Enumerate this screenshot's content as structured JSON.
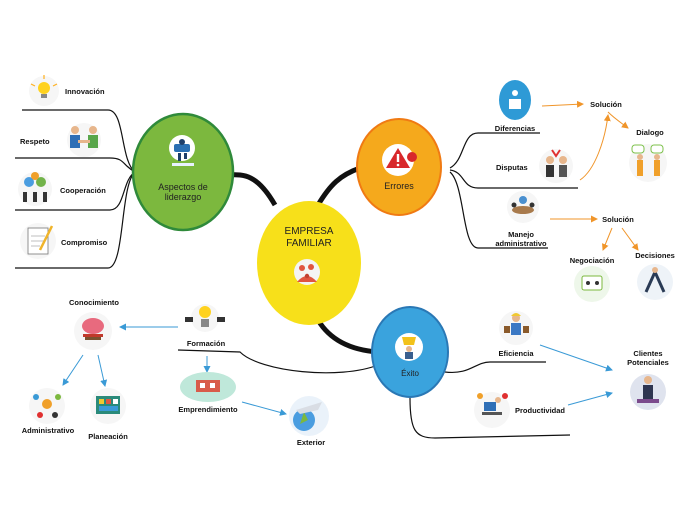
{
  "center": {
    "line1": "EMPRESA",
    "line2": "FAMILIAR"
  },
  "main_topics": {
    "liderazgo": {
      "line1": "Aspectos de",
      "line2": "liderazgo"
    },
    "errores": {
      "label": "Errores"
    },
    "exito": {
      "label": "Éxito"
    }
  },
  "liderazgo_items": [
    "Innovación",
    "Respeto",
    "Cooperación",
    "Compromiso"
  ],
  "errores_items": {
    "diferencias": "Diferencias",
    "disputas": "Disputas",
    "manejo_line1": "Manejo",
    "manejo_line2": "administrativo",
    "solucion_1": "Solución",
    "dialogo": "Dialogo",
    "solucion_2": "Solución",
    "negociacion": "Negociación",
    "decisiones": "Decisiones"
  },
  "exito_items": {
    "eficiencia": "Eficiencia",
    "productividad": "Productividad",
    "clientes_line1": "Clientes",
    "clientes_line2": "Potenciales",
    "formacion": "Formación",
    "conocimiento": "Conocimiento",
    "administrativo": "Administrativo",
    "planeacion": "Planeación",
    "emprendimiento": "Emprendimiento",
    "exterior": "Exterior"
  },
  "colors": {
    "center": "#f7e01a",
    "liderazgo": "#7cb83e",
    "errores": "#f5a91c",
    "exito": "#3aa3dd",
    "connector_dark": "#111111",
    "arrow_orange": "#f0952a",
    "arrow_blue": "#3a9ad6"
  },
  "icons": {
    "center": "family-icon",
    "liderazgo": "leader-podium-icon",
    "errores": "warning-icon",
    "exito": "trophy-person-icon",
    "innovacion": "lightbulb-icon",
    "respeto": "handshake-icon",
    "cooperacion": "gears-team-icon",
    "compromiso": "signed-contract-icon"
  }
}
